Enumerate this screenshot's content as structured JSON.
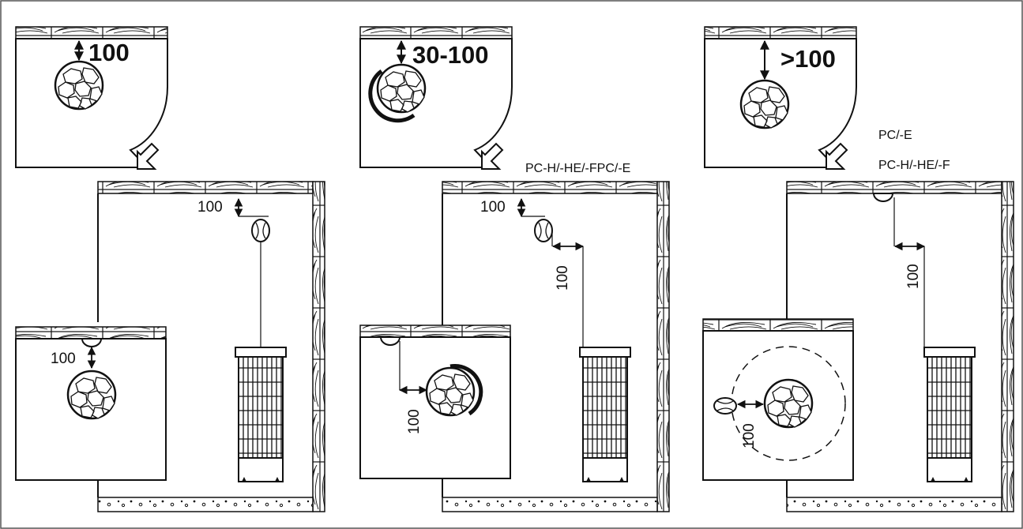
{
  "panels": [
    {
      "top_label": "100",
      "ceiling_label": "100",
      "side_label": "100",
      "model_labels": []
    },
    {
      "top_label": "30-100",
      "ceiling_label": "100",
      "side_label": "100",
      "model_labels": [
        "PC-H/-HE/-FPC/-E"
      ]
    },
    {
      "top_label": ">100",
      "ceiling_label": "100",
      "side_label": "100",
      "model_labels": [
        "PC/-E",
        "PC-H/-HE/-F"
      ]
    }
  ],
  "colors": {
    "line": "#111111",
    "background": "#ffffff"
  }
}
